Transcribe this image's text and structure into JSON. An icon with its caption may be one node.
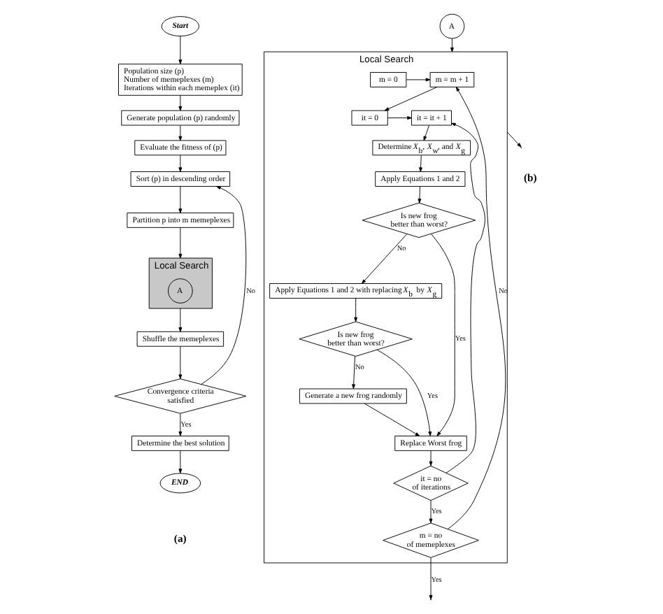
{
  "diagram": {
    "nodes": [
      {
        "text": [
          "Start"
        ]
      },
      {
        "text": [
          "Population size (p)",
          "Number of memeplexes (m)",
          "Iterations within each memeplex (it)"
        ]
      },
      {
        "text": [
          "Generate population (p) randomly"
        ]
      },
      {
        "text": [
          "Evaluate the fitness of (p)"
        ]
      },
      {
        "text": [
          "Sort (p) in descending order"
        ]
      },
      {
        "text": [
          "Partition p into m memeplexes"
        ]
      },
      {
        "text": [
          "Local Search"
        ]
      },
      {
        "text": [
          "A"
        ],
        "in": 6
      },
      {
        "text": [
          "Shuffle the memeplexes"
        ]
      },
      {
        "text": [
          "Convergence criteria satisfied"
        ]
      },
      {
        "text": [
          "Determine the best solution"
        ]
      },
      {
        "text": [
          "END"
        ]
      },
      {
        "text": [
          "A"
        ]
      },
      {
        "text": [
          "Local Search"
        ]
      },
      {
        "text": [
          "m = m + 1"
        ],
        "in": 13
      },
      {
        "text": [
          "m = 0"
        ],
        "in": 13
      },
      {
        "text": [
          "it = 0"
        ],
        "in": 13
      },
      {
        "text": [
          "it = it + 1"
        ],
        "in": 13
      },
      {
        "text": [
          "Determine *X*$_{b}$, *X*$_{w}$, and *X*$_{g}$"
        ],
        "in": 13
      },
      {
        "text": [
          "Apply Equations 1 and 2"
        ],
        "in": 13
      },
      {
        "text": [
          "Is new frog better than worst?"
        ],
        "in": 13
      },
      {
        "text": [
          "Apply Equations 1 and 2 with replacing *X*$_{b}$ by *X*$_{g}$"
        ],
        "in": 13
      },
      {
        "text": [
          "Is new frog better than worst?"
        ],
        "in": 13
      },
      {
        "text": [
          "Generate a new frog randomly"
        ],
        "in": 13
      },
      {
        "text": [
          "Replace Worst frog"
        ],
        "in": 13
      },
      {
        "text": [
          "it = no of iterations"
        ],
        "in": 13
      },
      {
        "text": [
          "m = no of memeplexes"
        ],
        "in": 13
      }
    ],
    "edges": [
      {
        "from": 0,
        "to": 1,
        "arrow": "to"
      },
      {
        "from": 1,
        "to": 2,
        "arrow": "to"
      },
      {
        "from": 2,
        "to": 3,
        "arrow": "to"
      },
      {
        "from": 3,
        "to": 4,
        "arrow": "to"
      },
      {
        "from": 4,
        "to": 5,
        "arrow": "to"
      },
      {
        "from": 5,
        "to": 6,
        "arrow": "to"
      },
      {
        "from": 6,
        "to": 8,
        "arrow": "to"
      },
      {
        "from": 8,
        "to": 9,
        "arrow": "to"
      },
      {
        "from": 9,
        "to": 10,
        "arrow": "to",
        "label": "Yes"
      },
      {
        "from": 9,
        "to": 4,
        "arrow": "to",
        "label": "No"
      },
      {
        "from": 10,
        "to": 11,
        "arrow": "to"
      },
      {
        "from": 12,
        "to": 13,
        "arrow": "to"
      },
      {
        "from": 15,
        "to": 14,
        "arrow": "to"
      },
      {
        "from": 14,
        "to": 16,
        "arrow": "to"
      },
      {
        "from": 16,
        "to": 17,
        "arrow": "to"
      },
      {
        "from": 17,
        "to": 18,
        "arrow": "to"
      },
      {
        "from": 18,
        "to": 19,
        "arrow": "to"
      },
      {
        "from": 19,
        "to": 20,
        "arrow": "to"
      },
      {
        "from": 20,
        "to": 21,
        "arrow": "to",
        "label": "No"
      },
      {
        "from": 20,
        "to": 24,
        "arrow": "to",
        "label": "Yes"
      },
      {
        "from": 21,
        "to": 22,
        "arrow": "to"
      },
      {
        "from": 22,
        "to": 24,
        "arrow": "to",
        "label": "Yes"
      },
      {
        "from": 22,
        "to": 23,
        "arrow": "to",
        "label": "No"
      },
      {
        "from": 23,
        "to": 24,
        "arrow": "to"
      },
      {
        "from": 24,
        "to": 25,
        "arrow": "to"
      },
      {
        "from": 25,
        "to": 17,
        "arrow": "to"
      },
      {
        "from": 25,
        "to": 26,
        "arrow": "to",
        "label": "Yes"
      },
      {
        "from": 26,
        "to": 14,
        "arrow": "to",
        "label": "No"
      },
      {
        "from": 26,
        "to": null,
        "arrow": "to",
        "label": "Yes"
      },
      {
        "from": 13,
        "to": null,
        "arrow": "to"
      }
    ],
    "labels": [
      "(a)",
      "(b)"
    ]
  }
}
